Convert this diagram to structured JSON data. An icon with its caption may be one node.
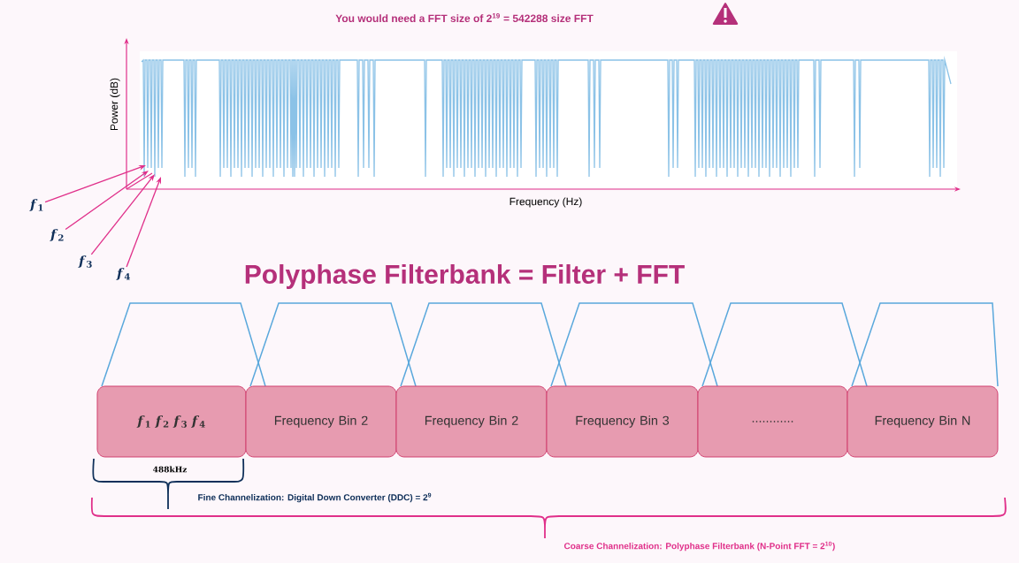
{
  "diagram": {
    "title": "Polyphase Filterbank = Filter + FFT",
    "nodes": [
      {
        "text": [
          "*f*$_{1}$"
        ]
      },
      {
        "text": [
          "*f*$_{2}$"
        ]
      },
      {
        "text": [
          "*f*$_{3}$"
        ]
      },
      {
        "text": [
          "*f*$_{4}$"
        ]
      },
      {
        "text": [
          "*f*$_{1}$ *f*$_{2}$ *f*$_{3}$ *f*$_{4}$"
        ]
      },
      {
        "text": [
          "Frequency Bin 2"
        ]
      },
      {
        "text": [
          "Frequency Bin 2"
        ]
      },
      {
        "text": [
          "Frequency Bin 3"
        ]
      },
      {
        "text": [
          "............"
        ]
      },
      {
        "text": [
          "Frequency Bin N"
        ]
      }
    ],
    "edges": [
      {
        "from": 0,
        "to": null,
        "arrow": "to"
      },
      {
        "from": 1,
        "to": null,
        "arrow": "to"
      },
      {
        "from": 2,
        "to": null,
        "arrow": "to"
      },
      {
        "from": 3,
        "to": null,
        "arrow": "to"
      }
    ],
    "labels": [
      "You would need a FFT size of 2$^{19}$ = 542288 size FFT",
      "Power (dB)",
      "Frequency (Hz)",
      "488kHz",
      "Fine Channelization: Digital Down Converter (DDC) = 2$^{9}$",
      "Coarse Channelization: Polyphase Filterbank (N-Point FFT = 2$^{10}$)"
    ]
  }
}
